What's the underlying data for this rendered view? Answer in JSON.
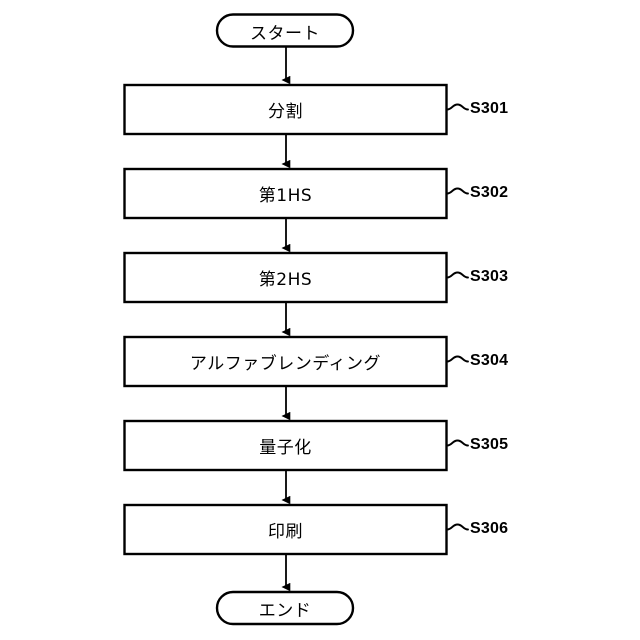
{
  "diagram": {
    "type": "flowchart",
    "orientation": "vertical",
    "background_color": "#ffffff",
    "stroke_color": "#000000",
    "fill_color": "#ffffff",
    "start": {
      "label": "スタート",
      "shape": "stadium"
    },
    "end": {
      "label": "エンド",
      "shape": "stadium"
    },
    "steps": [
      {
        "label": "分割",
        "step_id": "S301",
        "shape": "rectangle"
      },
      {
        "label": "第1HS",
        "step_id": "S302",
        "shape": "rectangle"
      },
      {
        "label": "第2HS",
        "step_id": "S303",
        "shape": "rectangle"
      },
      {
        "label": "アルファブレンディング",
        "step_id": "S304",
        "shape": "rectangle"
      },
      {
        "label": "量子化",
        "step_id": "S305",
        "shape": "rectangle"
      },
      {
        "label": "印刷",
        "step_id": "S306",
        "shape": "rectangle"
      }
    ]
  }
}
